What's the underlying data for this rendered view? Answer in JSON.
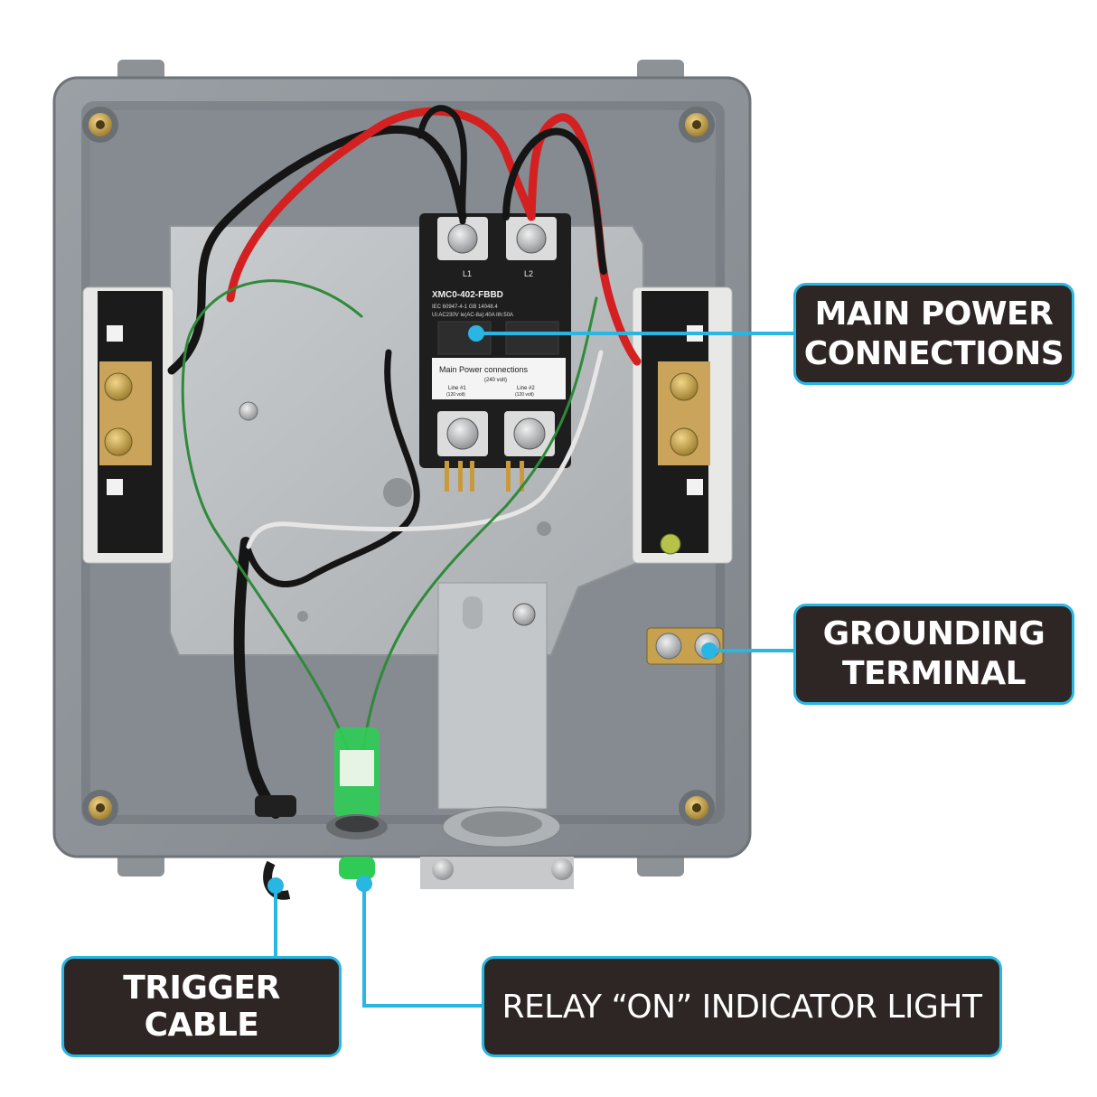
{
  "photo": {
    "subject": "open-relay-control-box",
    "contactor_label_top": "XMC0-402-FBBD",
    "contactor_spec_line1": "IEC 60947-4-1  GB 14048.4",
    "contactor_spec_line2": "Ui:AC230V  Ie(AC-8a):40A  Ith:50A",
    "terminal_l1": "L1",
    "terminal_l2": "L2",
    "sticker_title": "Main Power connections",
    "sticker_volts": "(240 volt)",
    "sticker_line1": "Line #1",
    "sticker_line1_sub": "(120 volt)",
    "sticker_line2": "Line #2",
    "sticker_line2_sub": "(120 volt)"
  },
  "callouts": {
    "main_power": {
      "line1": "MAIN POWER",
      "line2": "CONNECTIONS"
    },
    "grounding": {
      "line1": "GROUNDING",
      "line2": "TERMINAL"
    },
    "trigger": {
      "label": "TRIGGER CABLE"
    },
    "relay": {
      "label": "RELAY “ON” INDICATOR LIGHT"
    }
  },
  "colors": {
    "callout_fill": "#2e2624",
    "callout_border": "#29b6e3",
    "leader_line": "#29b6e3",
    "enclosure": "#8c9196",
    "wire_red": "#d42020",
    "wire_black": "#151515",
    "wire_green": "#2f8a3a",
    "indicator_green": "#2ecc55"
  }
}
